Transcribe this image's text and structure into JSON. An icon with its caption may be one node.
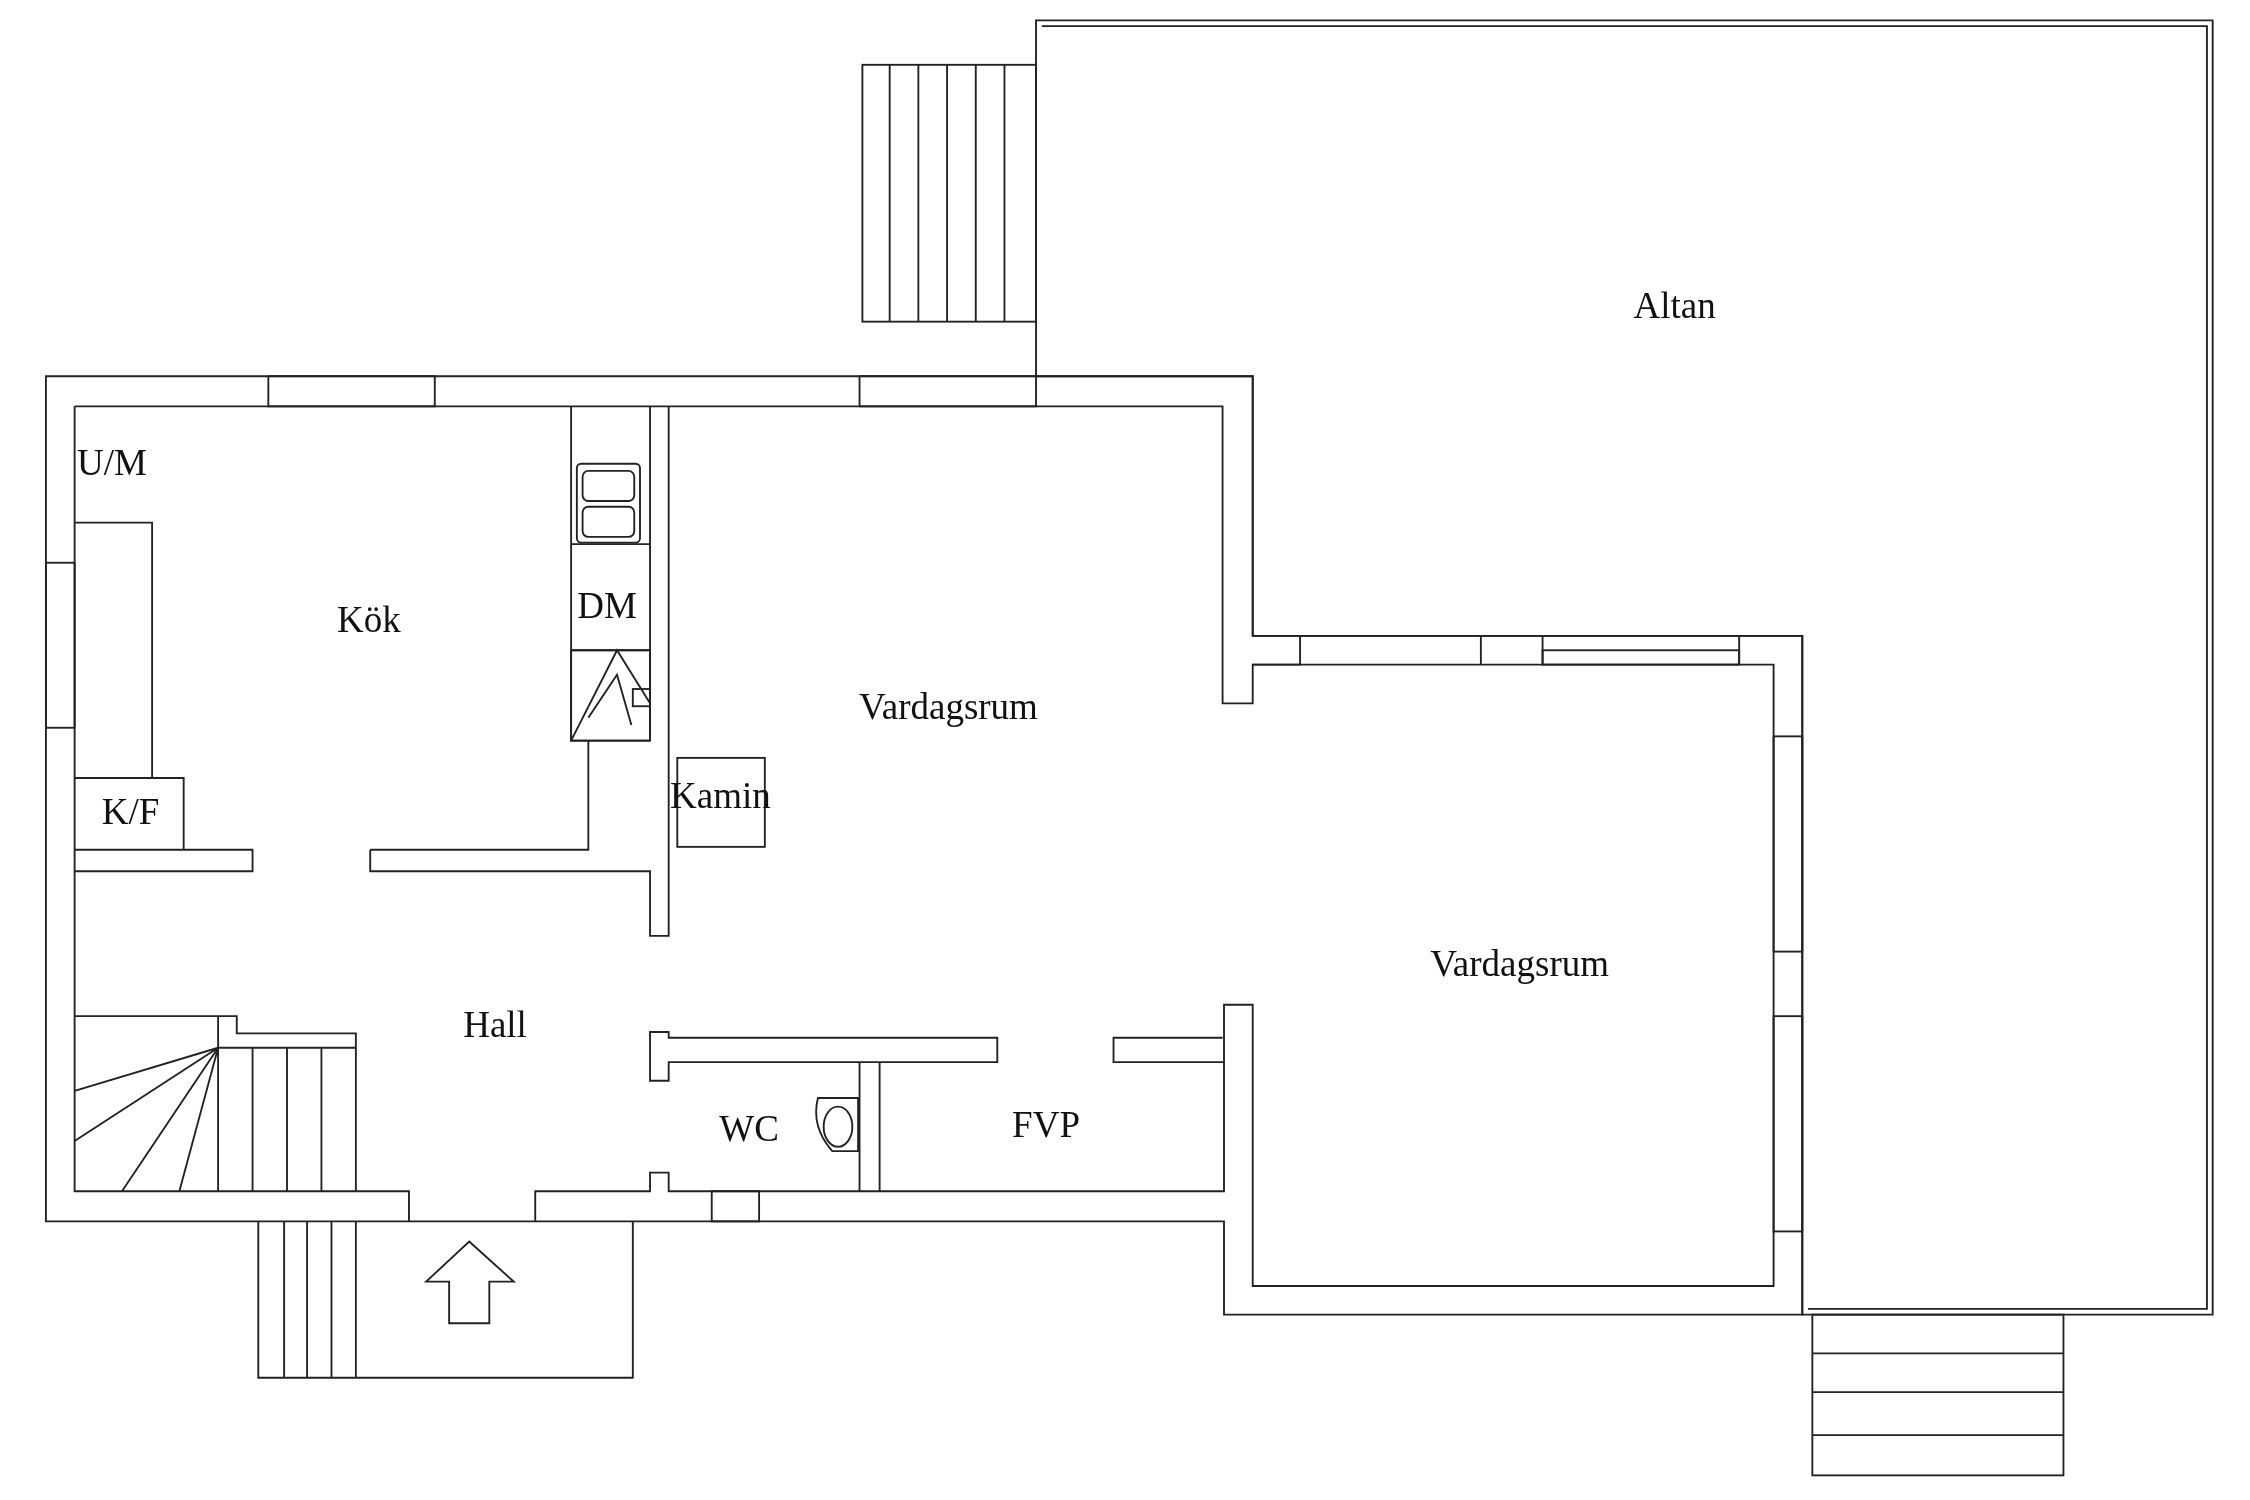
{
  "diagram": {
    "labels": [
      "Altan",
      "U/M",
      "DM",
      "Kök",
      "Vardagsrum",
      "Kamin",
      "K/F",
      "Vardagsrum",
      "Hall",
      "FVP",
      "WC"
    ]
  }
}
